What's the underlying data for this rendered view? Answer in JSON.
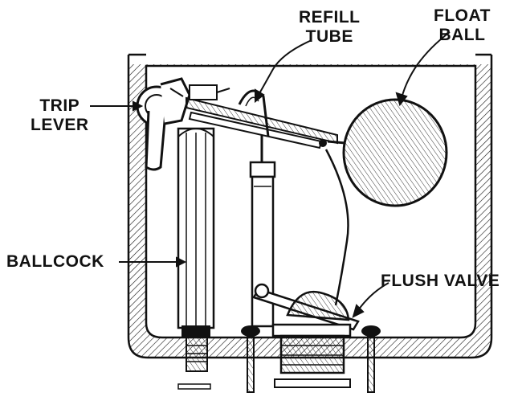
{
  "labels": {
    "refill_tube": [
      "REFILL",
      "TUBE"
    ],
    "float_ball": [
      "FLOAT",
      "BALL"
    ],
    "trip_lever": [
      "TRIP",
      "LEVER"
    ],
    "ballcock": "BALLCOCK",
    "flush_valve": "FLUSH VALVE"
  },
  "colors": {
    "ink": "#111111",
    "background": "#ffffff"
  }
}
